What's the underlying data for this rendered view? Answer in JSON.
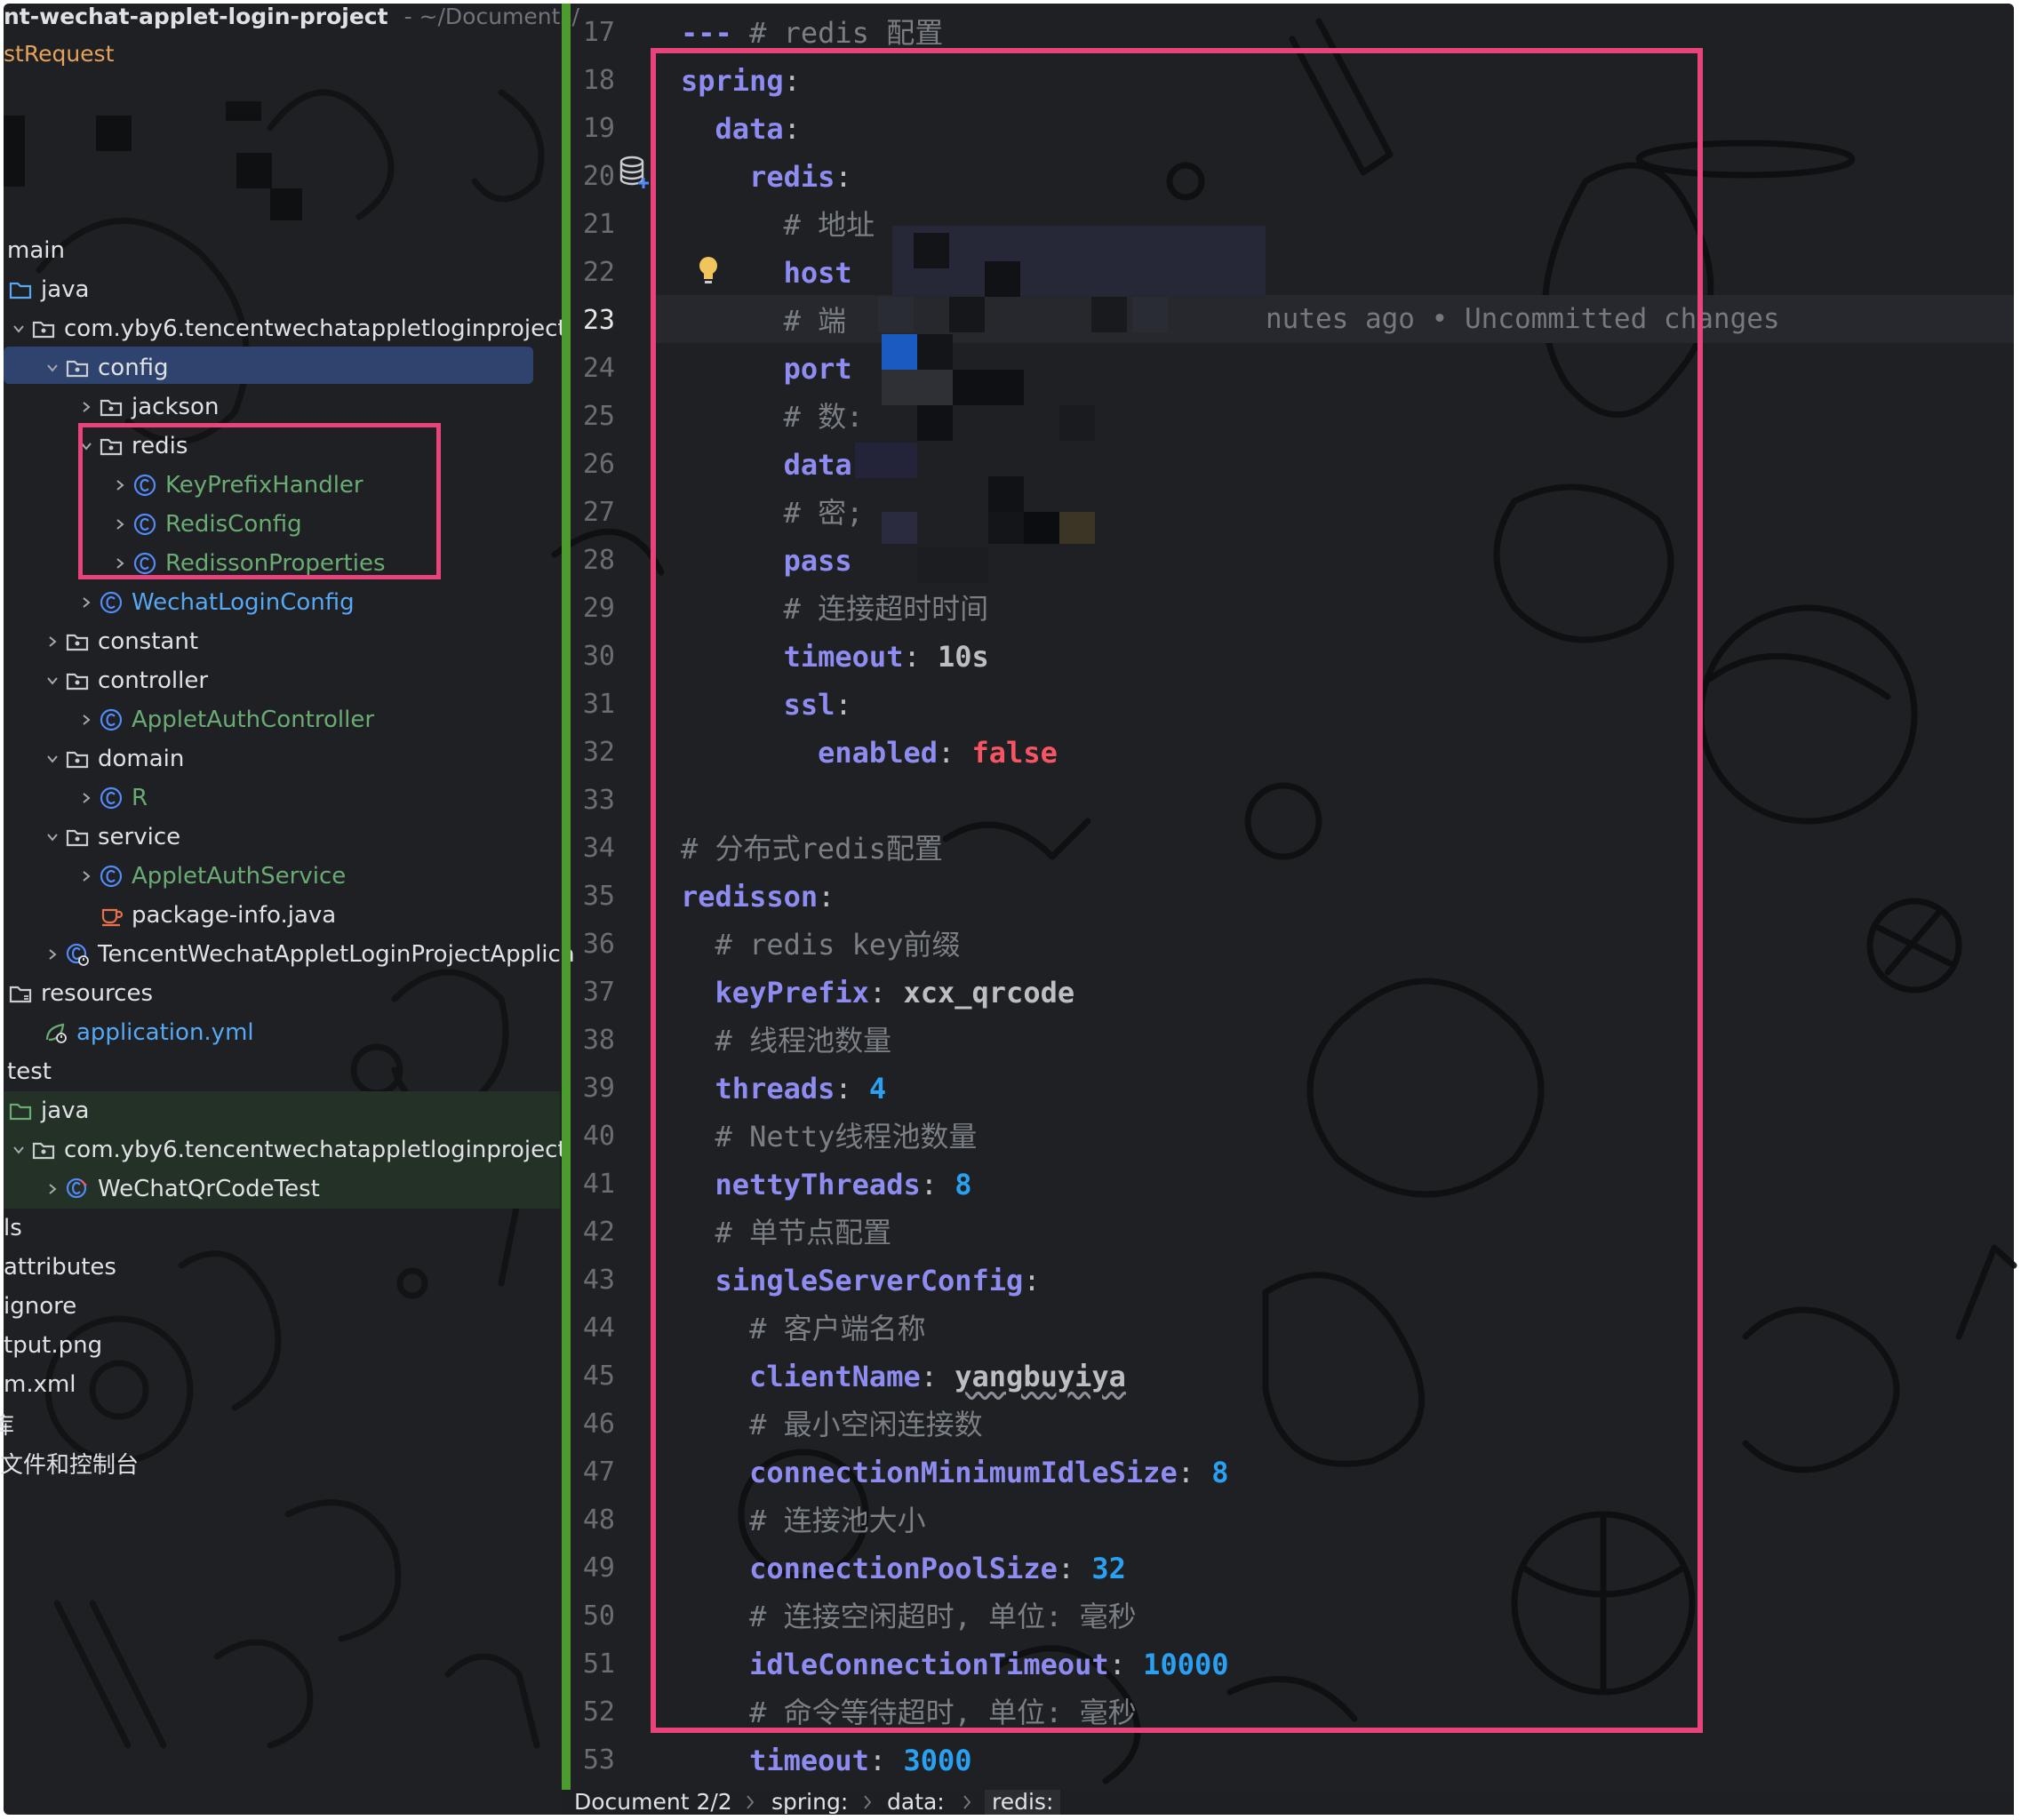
{
  "window": {
    "project_name": "nt-wechat-applet-login-project",
    "project_path": "- ~/Documents/",
    "run_config": "stRequest"
  },
  "tree": {
    "main": "main",
    "java": "java",
    "package": "com.yby6.tencentwechatappletloginproject",
    "config": "config",
    "jackson": "jackson",
    "redis": "redis",
    "key_prefix_handler": "KeyPrefixHandler",
    "redis_config": "RedisConfig",
    "redisson_properties": "RedissonProperties",
    "wechat_login_config": "WechatLoginConfig",
    "constant": "constant",
    "controller": "controller",
    "applet_auth_controller": "AppletAuthController",
    "domain": "domain",
    "r_class": "R",
    "service": "service",
    "applet_auth_service": "AppletAuthService",
    "package_info": "package-info.java",
    "application_class": "TencentWechatAppletLoginProjectApplica",
    "resources": "resources",
    "application_yml": "application.yml",
    "test": "test",
    "test_java": "java",
    "test_package": "com.yby6.tencentwechatappletloginproject",
    "wechat_qrcode_test": "WeChatQrCodeTest",
    "ls_fragment": "ls",
    "gitattributes": "attributes",
    "gitignore": "ignore",
    "output_png": "tput.png",
    "pom_xml": "m.xml",
    "lib_fragment": "库",
    "scratches": "文件和控制台"
  },
  "editor": {
    "line_numbers": [
      "17",
      "18",
      "19",
      "20",
      "21",
      "22",
      "23",
      "24",
      "25",
      "26",
      "27",
      "28",
      "29",
      "30",
      "31",
      "32",
      "33",
      "34",
      "35",
      "36",
      "37",
      "38",
      "39",
      "40",
      "41",
      "42",
      "43",
      "44",
      "45",
      "46",
      "47",
      "48",
      "49",
      "50",
      "51",
      "52",
      "53"
    ],
    "current_line": "23",
    "blame_text": "nutes ago • Uncommitted changes",
    "lines": {
      "l17_sep": "---",
      "l17_cmt": "# redis 配置",
      "spring": "spring",
      "data": "data",
      "redis": "redis",
      "c_address": "# 地址",
      "host": "host",
      "c_port": "# 端",
      "port": "port",
      "c_db": "# 数:",
      "data_key": "data",
      "c_pwd": "# 密;",
      "pass": "pass",
      "c_timeout": "# 连接超时时间",
      "timeout": "timeout",
      "timeout_val": "10s",
      "ssl": "ssl",
      "enabled": "enabled",
      "enabled_val": "false",
      "c_dist": "# 分布式redis配置",
      "redisson": "redisson",
      "c_keyprefix": "# redis key前缀",
      "keyPrefix": "keyPrefix",
      "keyPrefix_val": "xcx_qrcode",
      "c_threads": "# 线程池数量",
      "threads": "threads",
      "threads_val": "4",
      "c_netty": "# Netty线程池数量",
      "nettyThreads": "nettyThreads",
      "nettyThreads_val": "8",
      "c_single": "# 单节点配置",
      "singleServerConfig": "singleServerConfig",
      "c_client": "# 客户端名称",
      "clientName": "clientName",
      "clientName_val": "yangbuyiya",
      "c_minidle": "# 最小空闲连接数",
      "connectionMinimumIdleSize": "connectionMinimumIdleSize",
      "connectionMinimumIdleSize_val": "8",
      "c_pool": "# 连接池大小",
      "connectionPoolSize": "connectionPoolSize",
      "connectionPoolSize_val": "32",
      "c_idle": "# 连接空闲超时, 单位: 毫秒",
      "idleConnectionTimeout": "idleConnectionTimeout",
      "idleConnectionTimeout_val": "10000",
      "c_cmd": "# 命令等待超时, 单位: 毫秒",
      "timeout2": "timeout",
      "timeout2_val": "3000",
      "colon": ":"
    }
  },
  "breadcrumb": [
    "Document 2/2",
    "spring:",
    "data:",
    "redis:"
  ],
  "colors": {
    "highlight_box": "#e8437a",
    "key": "#8e8cf0",
    "number": "#2aa0f2",
    "boolean": "#f75464",
    "vcs_bar": "#4c9b2f"
  }
}
